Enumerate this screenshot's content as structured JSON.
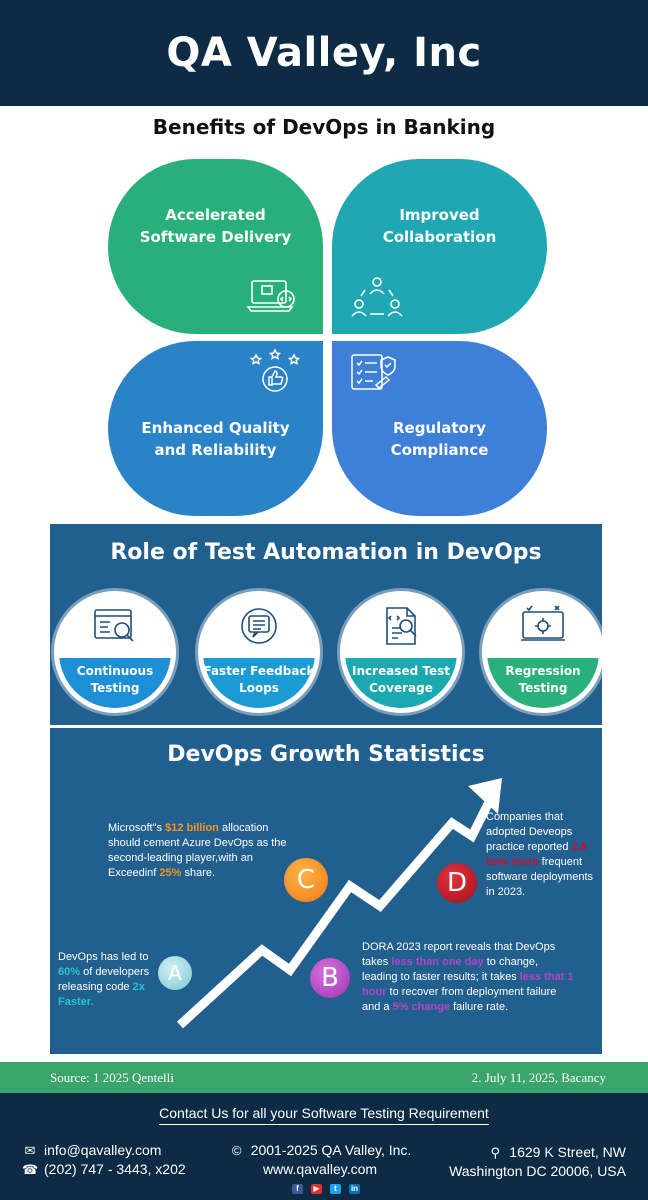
{
  "header": {
    "title": "QA Valley, Inc"
  },
  "benefits": {
    "title": "Benefits of DevOps in Banking",
    "items": [
      {
        "line1": "Accelerated",
        "line2": "Software Delivery",
        "icon": "laptop-code-icon",
        "color": "#27b07a"
      },
      {
        "line1": "Improved",
        "line2": "Collaboration",
        "icon": "team-cycle-icon",
        "color": "#1fa7b3"
      },
      {
        "line1": "Enhanced Quality",
        "line2": "and Reliability",
        "icon": "thumbs-up-stars-icon",
        "color": "#2a83c6"
      },
      {
        "line1": "Regulatory",
        "line2": "Compliance",
        "icon": "checklist-shield-icon",
        "color": "#3e7fd8"
      }
    ]
  },
  "role": {
    "title": "Role of Test Automation in DevOps",
    "items": [
      {
        "line1": "Continuous",
        "line2": "Testing",
        "icon": "browser-search-icon"
      },
      {
        "line1": "Faster Feedback",
        "line2": "Loops",
        "icon": "feedback-chat-icon"
      },
      {
        "line1": "Increased Test",
        "line2": "Coverage",
        "icon": "document-search-icon"
      },
      {
        "line1": "Regression",
        "line2": "Testing",
        "icon": "monitor-gear-icon"
      }
    ]
  },
  "growth": {
    "title": "DevOps Growth Statistics",
    "stat_b": {
      "t1": "Microsoft\"s ",
      "h1": "$12 billion",
      "t2": " allocation should cement Azure DevOps as the second-leading player,with an Exceedinf ",
      "h2": "25%",
      "t3": " share.",
      "badge": "C"
    },
    "stat_d": {
      "t1": "Companies that adopted Deveops practice reported ",
      "h1": "2.8 time more",
      "t2": " frequent software deployments in 2023.",
      "badge": "D"
    },
    "stat_a": {
      "t1": "DevOps has led to ",
      "h1": "60%",
      "t2": " of developers releasing code ",
      "h2": "2x Faster.",
      "badge": "A"
    },
    "stat_c": {
      "t1": "DORA 2023 report reveals that DevOps takes ",
      "h1": "less than one day",
      "t2": " to change, leading to faster results; it takes ",
      "h2": "less that 1 hour",
      "t3": " to recover from deployment failure and a ",
      "h3": "5% change",
      "t4": " failure rate.",
      "badge": "B"
    }
  },
  "source": {
    "left": "Source: 1 2025 Qentelli",
    "right": "2. July 11, 2025, Bacancy"
  },
  "footer": {
    "heading": "Contact Us for all your Software Testing Requirement",
    "email": "info@qavalley.com",
    "phone": "(202) 747 - 3443, x202",
    "copyright": "2001-2025 QA Valley, Inc.",
    "website": "www.qavalley.com",
    "address1": "1629 K Street, NW",
    "address2": "Washington DC 20006, USA",
    "social": [
      {
        "icon": "facebook-icon",
        "glyph": "f",
        "color": "#3b5998"
      },
      {
        "icon": "youtube-icon",
        "glyph": "▶",
        "color": "#e52d27"
      },
      {
        "icon": "twitter-icon",
        "glyph": "t",
        "color": "#1da1f2"
      },
      {
        "icon": "linkedin-icon",
        "glyph": "in",
        "color": "#0077b5"
      }
    ]
  }
}
